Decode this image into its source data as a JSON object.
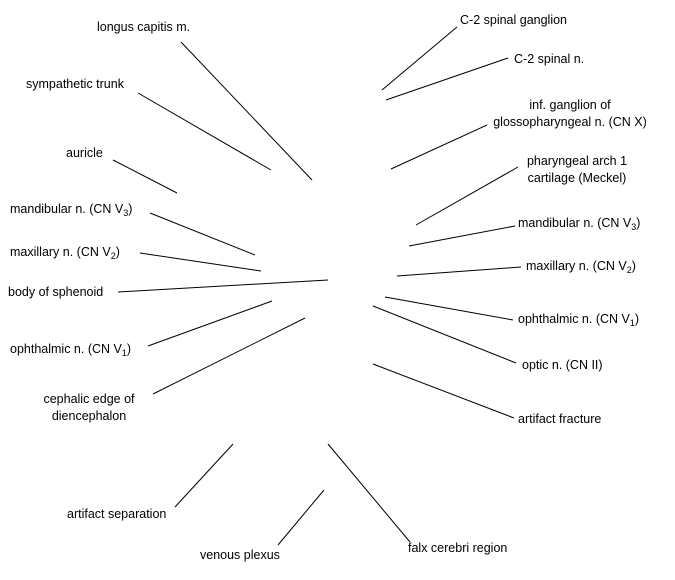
{
  "labels": {
    "longus_capitis": "longus capitis m.",
    "sympathetic_trunk": "sympathetic trunk",
    "auricle": "auricle",
    "mandibular_left": {
      "text": "mandibular n. (CN V",
      "sub": "3",
      "end": ")"
    },
    "maxillary_left": {
      "text": "maxillary n. (CN V",
      "sub": "2",
      "end": ")"
    },
    "body_of_sphenoid": "body of sphenoid",
    "ophthalmic_left": {
      "text": "ophthalmic n. (CN V",
      "sub": "1",
      "end": ")"
    },
    "cephalic_edge": {
      "line1": "cephalic edge of",
      "line2": "diencephalon"
    },
    "artifact_separation": "artifact separation",
    "venous_plexus": "venous plexus",
    "c2_spinal_ganglion": "C-2 spinal ganglion",
    "c2_spinal_n": "C-2 spinal n.",
    "inf_ganglion": {
      "line1": "inf. ganglion of",
      "line2": "glossopharyngeal n. (CN X)"
    },
    "pharyngeal_arch": {
      "line1": "pharyngeal arch 1",
      "line2": "cartilage (Meckel)"
    },
    "mandibular_right": {
      "text": "mandibular n. (CN V",
      "sub": "3",
      "end": ")"
    },
    "maxillary_right": {
      "text": "maxillary n. (CN V",
      "sub": "2",
      "end": ")"
    },
    "ophthalmic_right": {
      "text": "ophthalmic n. (CN V",
      "sub": "1",
      "end": ")"
    },
    "optic_n": "optic n. (CN II)",
    "artifact_fracture": "artifact fracture",
    "falx_cerebri": "falx cerebri region"
  }
}
